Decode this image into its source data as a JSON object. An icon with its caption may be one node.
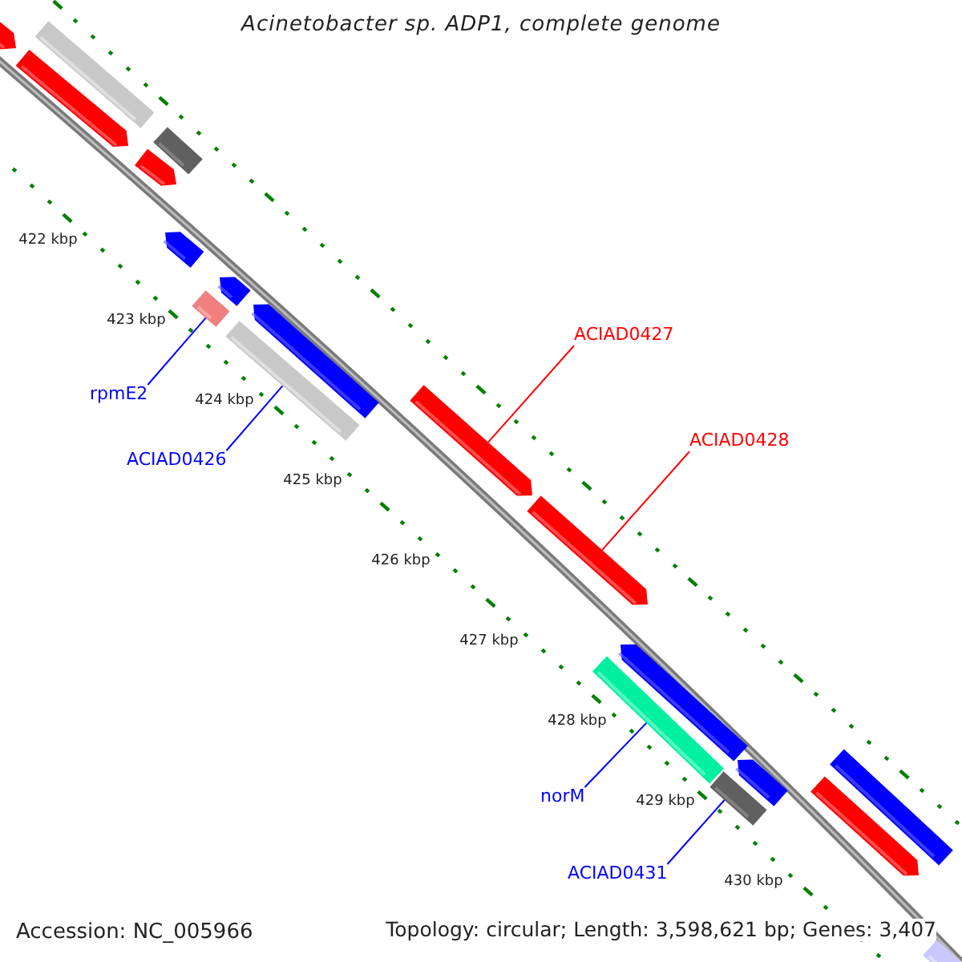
{
  "diagram": {
    "title": "Acinetobacter sp. ADP1, complete genome",
    "nodes": [
      {
        "text": [],
        "shape": "arrow"
      },
      {
        "text": [],
        "shape": "bar"
      },
      {
        "text": [],
        "shape": "arrow"
      },
      {
        "text": [],
        "shape": "bar"
      },
      {
        "text": [],
        "shape": "arrow"
      },
      {
        "text": [],
        "shape": "arrow"
      },
      {
        "text": [],
        "shape": "arrow"
      },
      {
        "text": [],
        "shape": "bar"
      },
      {
        "text": [],
        "shape": "arrow"
      },
      {
        "text": [],
        "shape": "bar"
      },
      {
        "text": [],
        "shape": "arrow"
      },
      {
        "text": [],
        "shape": "arrow"
      },
      {
        "text": [],
        "shape": "arrow"
      },
      {
        "text": [],
        "shape": "bar"
      },
      {
        "text": [],
        "shape": "arrow"
      },
      {
        "text": [],
        "shape": "bar"
      },
      {
        "text": [],
        "shape": "bar"
      },
      {
        "text": [],
        "shape": "arrow"
      },
      {
        "text": [],
        "shape": "bar"
      },
      {
        "text": [
          "rpmE2"
        ]
      },
      {
        "text": [
          "ACIAD0426"
        ]
      },
      {
        "text": [
          "ACIAD0427"
        ]
      },
      {
        "text": [
          "ACIAD0428"
        ]
      },
      {
        "text": [
          "norM"
        ]
      },
      {
        "text": [
          "ACIAD0431"
        ]
      }
    ],
    "edges": [
      {
        "from": 19,
        "to": 7,
        "arrow": "none"
      },
      {
        "from": 20,
        "to": 9,
        "arrow": "none"
      },
      {
        "from": 21,
        "to": 10,
        "arrow": "none",
        "color": "#ff0000"
      },
      {
        "from": 22,
        "to": 11,
        "arrow": "none",
        "color": "#ff0000"
      },
      {
        "from": 23,
        "to": 13,
        "arrow": "none"
      },
      {
        "from": 24,
        "to": 15,
        "arrow": "none"
      }
    ],
    "labels": [
      "422 kbp",
      "423 kbp",
      "424 kbp",
      "425 kbp",
      "426 kbp",
      "427 kbp",
      "428 kbp",
      "429 kbp",
      "430 kbp",
      "Accession: NC_005966",
      "Topology: circular; Length: 3,598,621 bp; Genes: 3,407"
    ]
  }
}
